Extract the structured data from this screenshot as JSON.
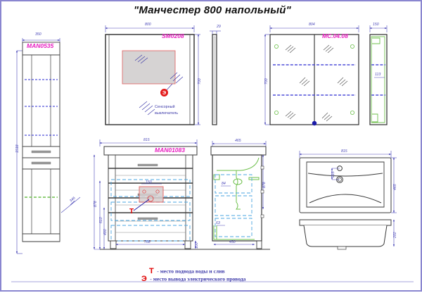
{
  "sheet": {
    "title": "\"Манчестер 800 напольный\"",
    "border_color": "#8a86d0",
    "background": "#ffffff",
    "dim_color": "#4a47b8",
    "label_color": "#e81ec0",
    "mark_color": "#e00000",
    "hidden_line_color": "#2a2ad0",
    "accessory_color": "#6cbf4a"
  },
  "views": {
    "tall_cabinet": {
      "code": "MAN0535",
      "width": "350",
      "height": "1518",
      "depth_note": "346"
    },
    "mirror": {
      "code": "SM0208",
      "width": "800",
      "height": "700",
      "sensor_note_line1": "Сенсорный",
      "sensor_note_line2": "выключатель",
      "electric_mark": "Э",
      "side_depth": "29"
    },
    "wall_cabinet": {
      "code": "MC.04.08",
      "width": "804",
      "height": "700",
      "side_depth": "150",
      "shelf_dim": "113"
    },
    "vanity_front": {
      "code": "MAN01083",
      "width": "815",
      "height": "878",
      "mid_height": "610",
      "low_height": "490",
      "base_width": "768",
      "leg_height": "100",
      "plumbing_box": "150",
      "water_mark": "T"
    },
    "vanity_side": {
      "depth_top": "465",
      "depth_bottom": "450",
      "inner_upper": "84",
      "inner_lower": "63"
    },
    "washbasin": {
      "width": "815",
      "depth": "465",
      "height": "202",
      "tap_offset": "215"
    }
  },
  "legend": [
    {
      "symbol": "Т",
      "text": "- место подвода воды и слив"
    },
    {
      "symbol": "Э",
      "text": "- место вывода электрического провода"
    }
  ]
}
